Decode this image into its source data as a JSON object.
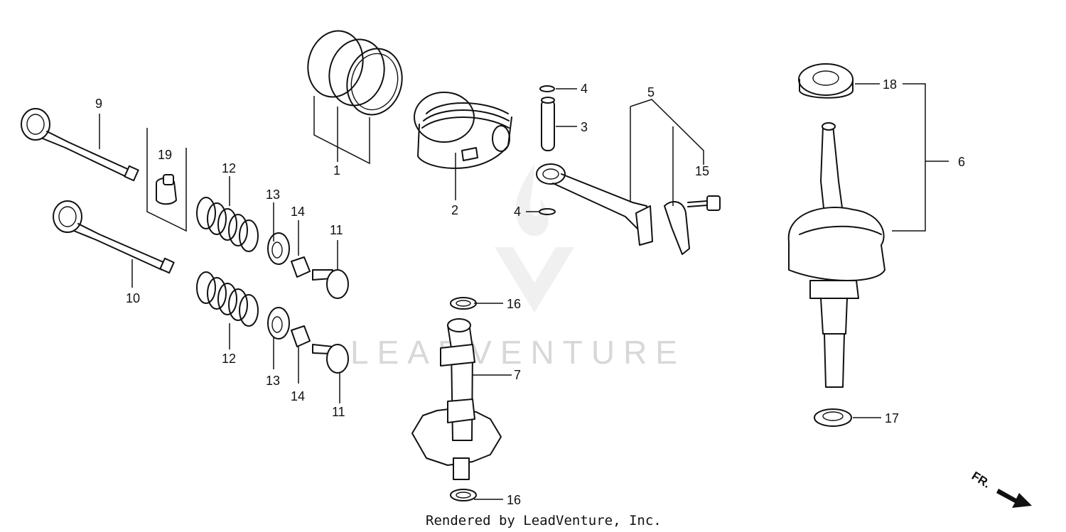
{
  "watermark": "LEADVENTURE",
  "credit": "Rendered by LeadVenture, Inc.",
  "direction_label": "FR.",
  "parts": {
    "p1": "1",
    "p2": "2",
    "p3": "3",
    "p4a": "4",
    "p4b": "4",
    "p5": "5",
    "p6": "6",
    "p7": "7",
    "p9": "9",
    "p10": "10",
    "p11a": "11",
    "p11b": "11",
    "p12a": "12",
    "p12b": "12",
    "p13a": "13",
    "p13b": "13",
    "p14a": "14",
    "p14b": "14",
    "p15": "15",
    "p16a": "16",
    "p16b": "16",
    "p17": "17",
    "p18": "18",
    "p19": "19"
  },
  "colors": {
    "ink": "#111111",
    "watermark": "#d8d8d8"
  }
}
